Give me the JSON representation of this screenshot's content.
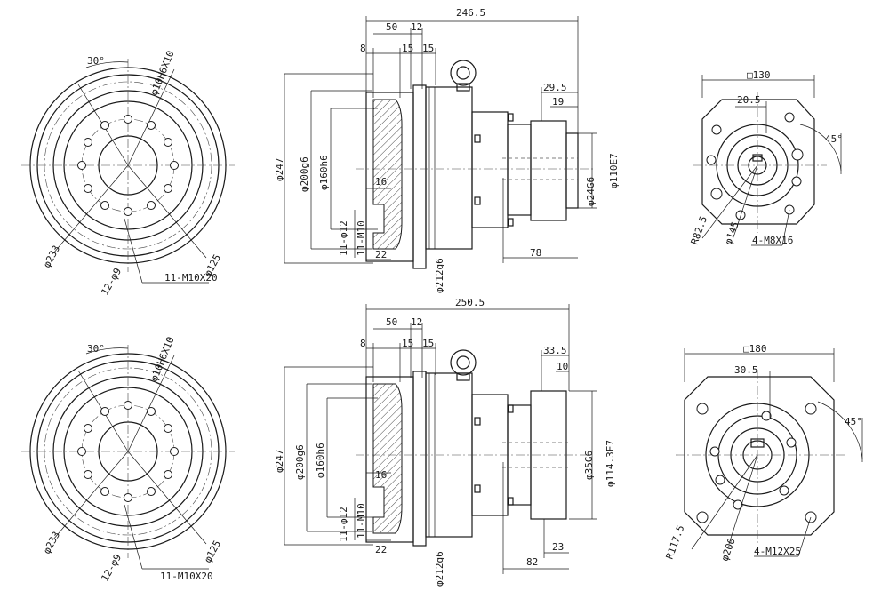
{
  "top_row": {
    "flange_view": {
      "angle": "30°",
      "holes": "12-φ9",
      "bore": "φ10H6X10",
      "outer": "φ233",
      "pcd": "φ125",
      "thread": "11-M10X20"
    },
    "side_view": {
      "length_total": "246.5",
      "d50": "50",
      "d12": "12",
      "d8": "8",
      "d15a": "15",
      "d15b": "15",
      "d29_5": "29.5",
      "d19": "19",
      "phi247": "φ247",
      "phi200": "φ200g6",
      "phi160": "φ160h6",
      "d16": "16",
      "d11_12": "11-φ12",
      "m10": "11-M10",
      "d22": "22",
      "phi212": "φ212g6",
      "phi24": "φ24G6",
      "phi110": "φ110E7",
      "d78": "78"
    },
    "end_view": {
      "square": "□130",
      "d20_5": "20.5",
      "angle": "45°",
      "radius": "R82.5",
      "phi145": "φ145",
      "thread": "4-M8X16"
    }
  },
  "bottom_row": {
    "flange_view": {
      "angle": "30°",
      "holes": "12-φ9",
      "bore": "φ10H6X10",
      "outer": "φ233",
      "pcd": "φ125",
      "thread": "11-M10X20"
    },
    "side_view": {
      "length_total": "250.5",
      "d50": "50",
      "d12": "12",
      "d8": "8",
      "d15a": "15",
      "d15b": "15",
      "d33_5": "33.5",
      "d10": "10",
      "phi247": "φ247",
      "phi200": "φ200g6",
      "phi160": "φ160h6",
      "d16": "16",
      "d11_12": "11-φ12",
      "m10": "11-M10",
      "d22": "22",
      "phi212": "φ212g6",
      "phi35": "φ35G6",
      "phi114": "φ114.3E7",
      "d82": "82",
      "d23": "23"
    },
    "end_view": {
      "square": "□180",
      "d30_5": "30.5",
      "angle": "45°",
      "radius": "R117.5",
      "phi200": "φ200",
      "thread": "4-M12X25"
    }
  }
}
